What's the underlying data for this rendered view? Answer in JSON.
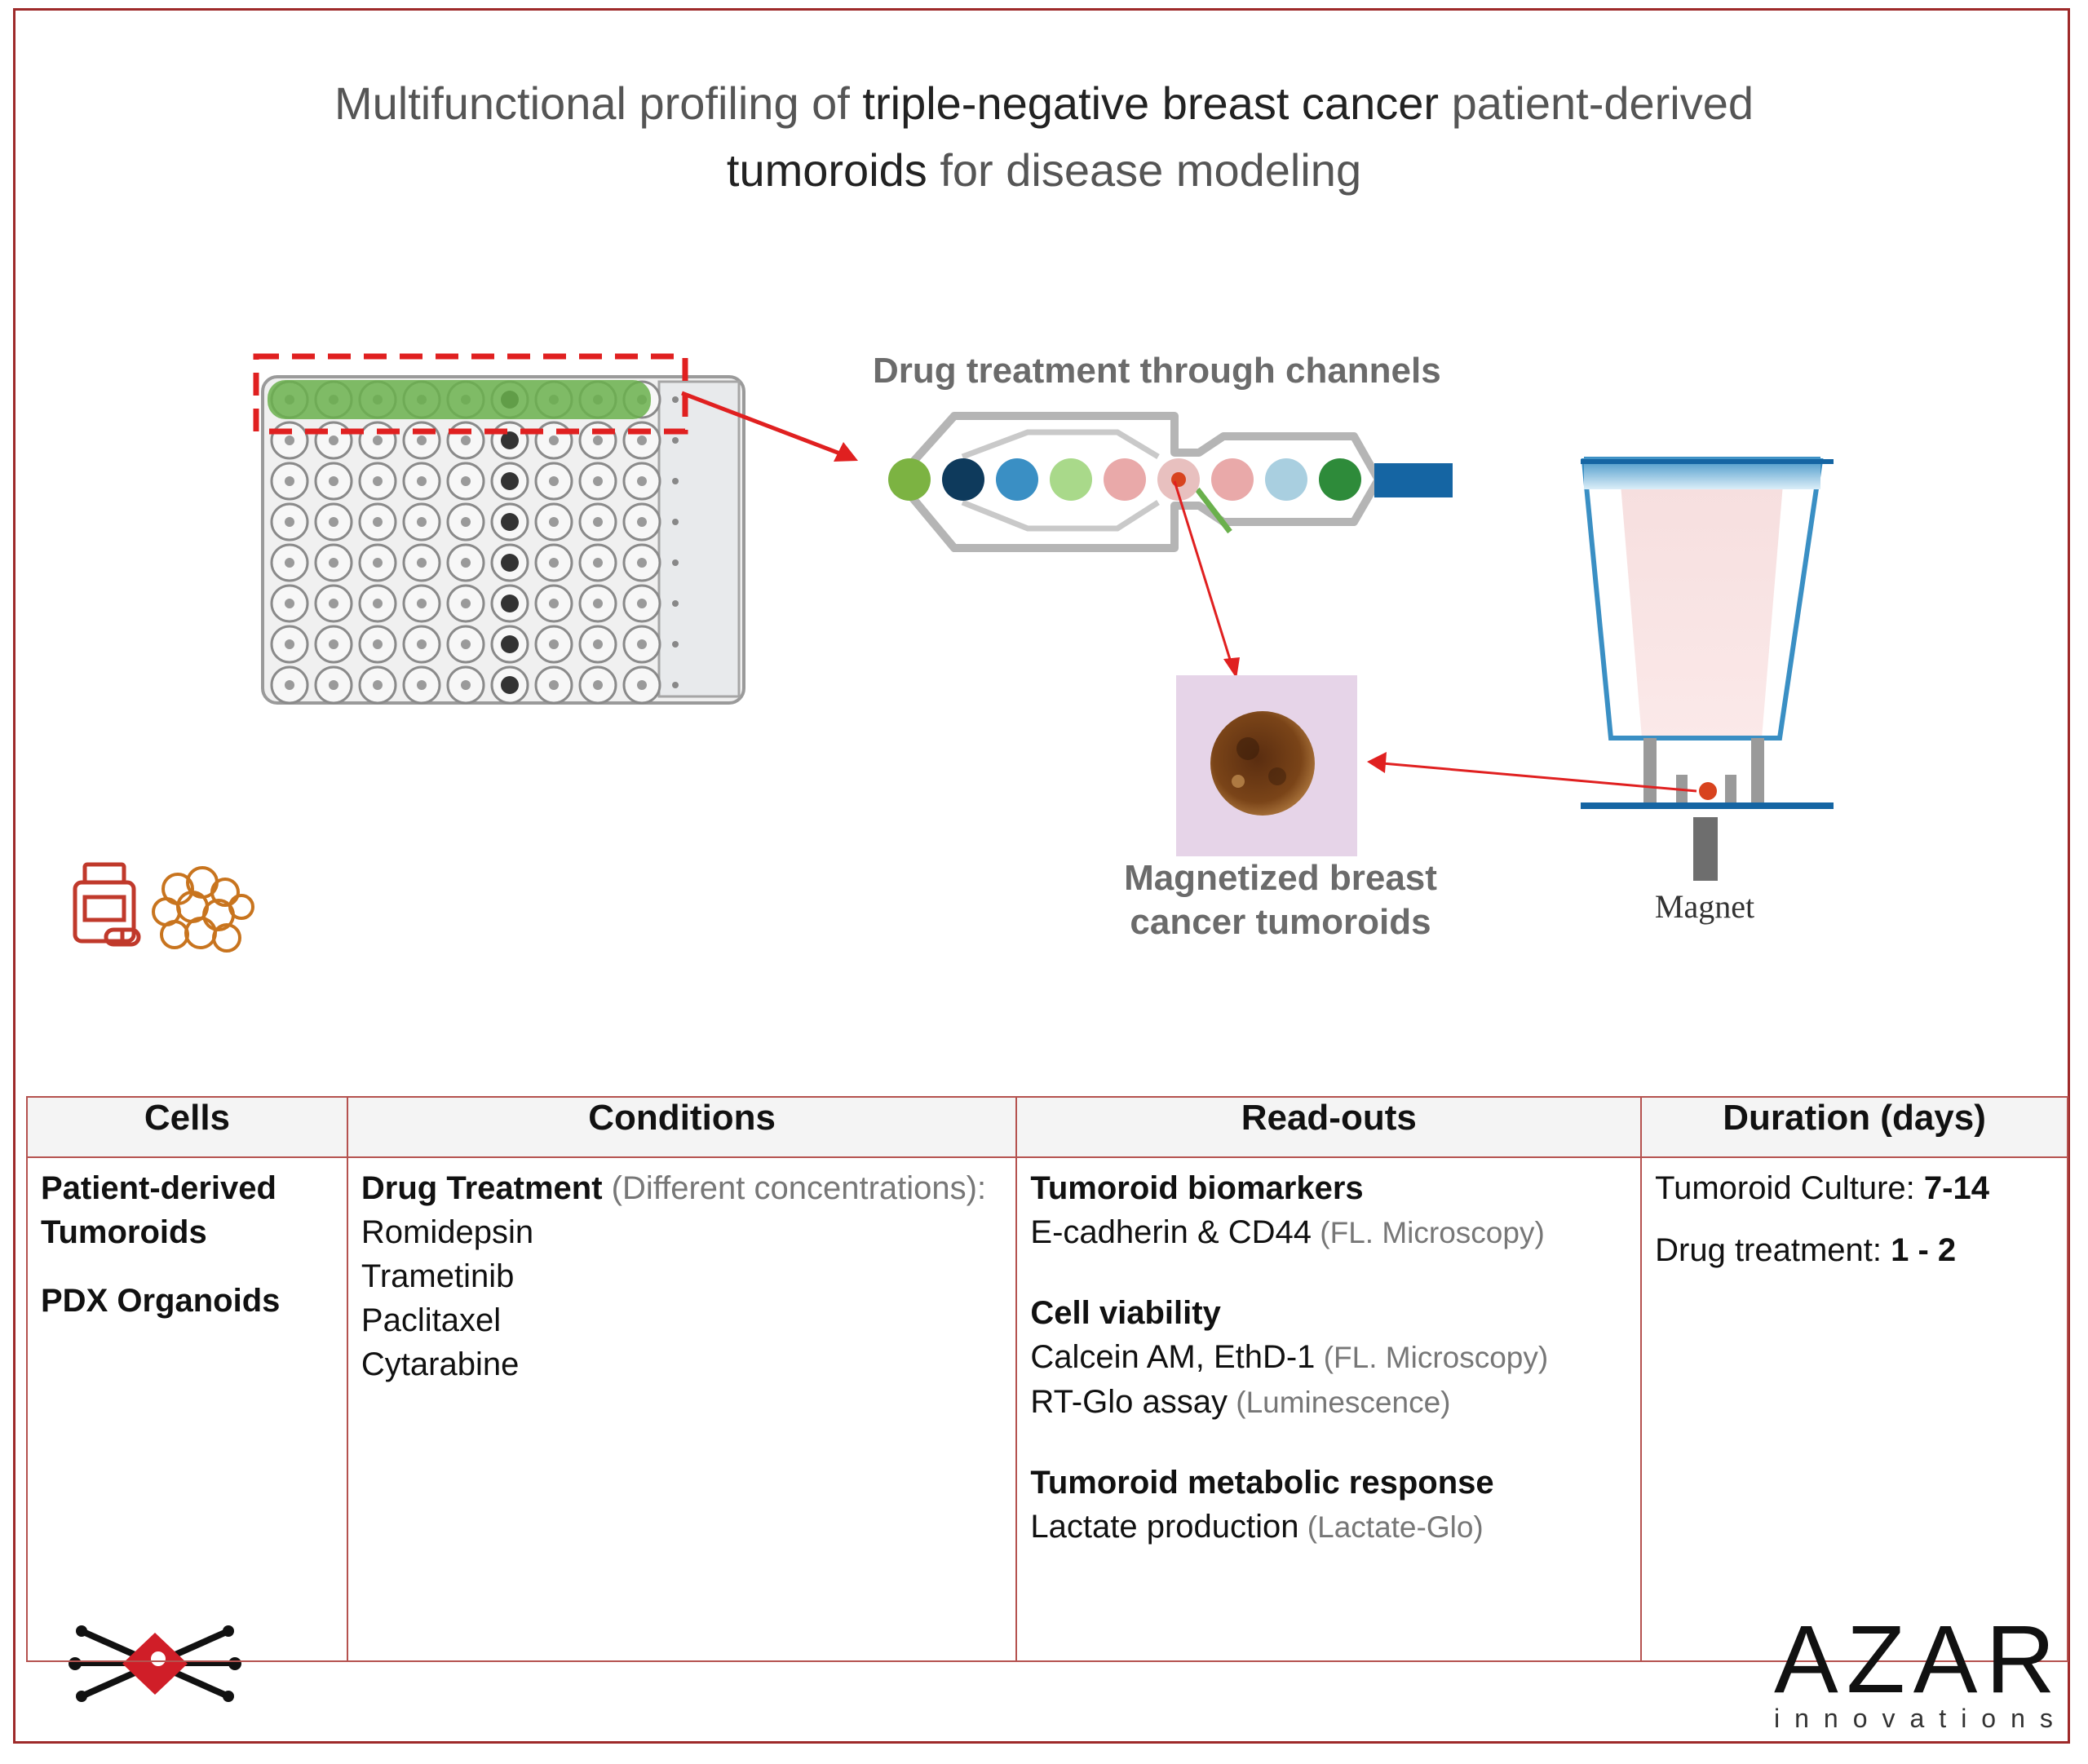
{
  "title": {
    "line1_prefix": "Multifunctional profiling of ",
    "line1_bold": "triple-negative breast cancer",
    "line1_suffix": " patient-derived",
    "line2_bold": "tumoroids",
    "line2_suffix": " for disease modeling"
  },
  "diagram": {
    "drug_treatment_label": "Drug treatment through channels",
    "magnetized_label_line1": "Magnetized breast",
    "magnetized_label_line2": "cancer tumoroids",
    "magnet_label": "Magnet",
    "channel_dot_colors": [
      "#7cb342",
      "#0e3a5c",
      "#3a8fc4",
      "#a9d98a",
      "#e9a9a9",
      "#e8c0bf",
      "#e9a9a9",
      "#a9cfe0",
      "#2e8b3a"
    ],
    "accent_color": "#e02020",
    "well_green": "#6ab04c"
  },
  "table": {
    "headers": [
      "Cells",
      "Conditions",
      "Read-outs",
      "Duration (days)"
    ],
    "cells": {
      "item1_line1": "Patient-derived",
      "item1_line2": "Tumoroids",
      "item2": "PDX Organoids"
    },
    "conditions": {
      "heading": "Drug Treatment",
      "heading_note": " (Different concentrations):",
      "drugs": [
        "Romidepsin",
        "Trametinib",
        "Paclitaxel",
        "Cytarabine"
      ]
    },
    "readouts": {
      "group1_title": "Tumoroid biomarkers",
      "group1_line1": "E-cadherin & CD44",
      "group1_line1_note": " (FL. Microscopy)",
      "group2_title": "Cell viability",
      "group2_line1": "Calcein AM, EthD-1",
      "group2_line1_note": " (FL. Microscopy)",
      "group2_line2": "RT-Glo assay",
      "group2_line2_note": " (Luminescence)",
      "group3_title": "Tumoroid metabolic response",
      "group3_line1": "Lactate production",
      "group3_line1_note": " (Lactate-Glo)"
    },
    "duration": {
      "line1_label": "Tumoroid Culture: ",
      "line1_value": "7-14",
      "line2_label": "Drug treatment: ",
      "line2_value": "1 - 2"
    }
  },
  "logo": {
    "name": "AZAR",
    "subtitle": "innovations"
  },
  "icons": [
    "medicine-bottle-icon",
    "cell-cluster-icon",
    "network-logo-icon"
  ]
}
